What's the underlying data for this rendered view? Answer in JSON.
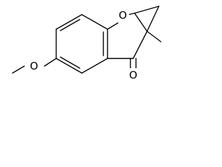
{
  "molecule": {
    "atom_labels": {
      "ring_oxygen": "O",
      "ketone_oxygen": "O",
      "methoxy_oxygen": "O"
    }
  },
  "colors": {
    "bond": "#000000",
    "background": "#ffffff"
  }
}
